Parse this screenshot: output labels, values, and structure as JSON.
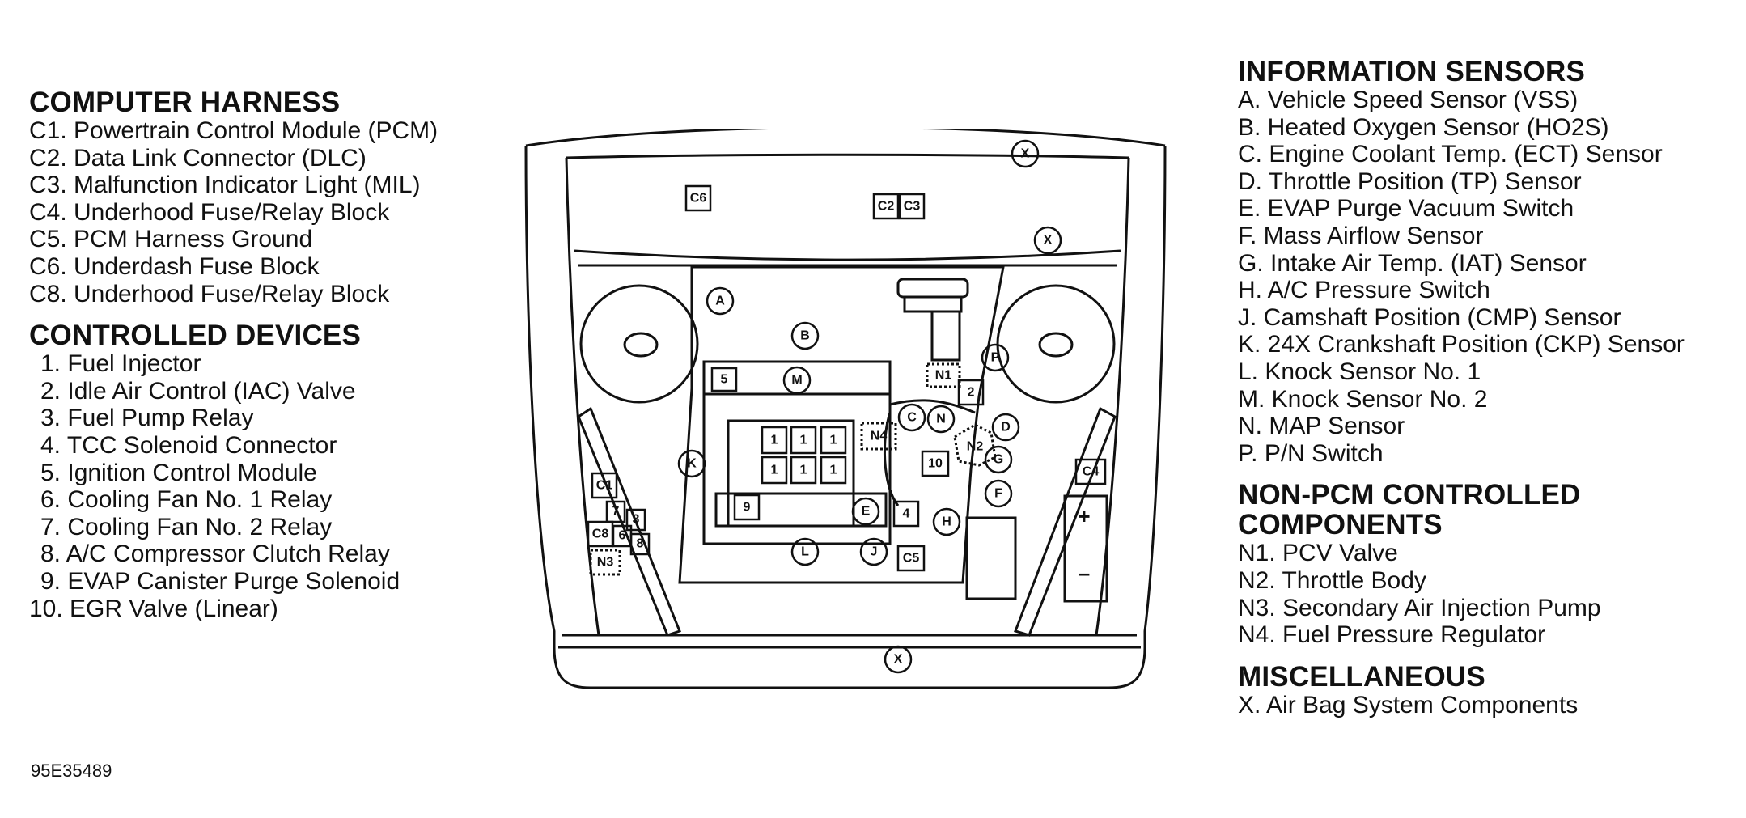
{
  "computer_harness": {
    "title": "COMPUTER HARNESS",
    "items": [
      "C1. Powertrain Control Module (PCM)",
      "C2. Data Link Connector (DLC)",
      "C3. Malfunction Indicator Light (MIL)",
      "C4. Underhood Fuse/Relay Block",
      "C5. PCM Harness Ground",
      "C6. Underdash Fuse Block",
      "C8. Underhood Fuse/Relay Block"
    ]
  },
  "controlled_devices": {
    "title": "CONTROLLED DEVICES",
    "items": [
      "1. Fuel Injector",
      "2. Idle Air Control (IAC) Valve",
      "3. Fuel Pump Relay",
      "4. TCC Solenoid Connector",
      "5. Ignition Control Module",
      "6. Cooling Fan No. 1 Relay",
      "7. Cooling Fan No. 2 Relay",
      "8. A/C Compressor Clutch Relay",
      "9. EVAP Canister Purge Solenoid",
      "10. EGR Valve (Linear)"
    ]
  },
  "information_sensors": {
    "title": "INFORMATION SENSORS",
    "items": [
      "A. Vehicle Speed Sensor (VSS)",
      "B. Heated Oxygen Sensor (HO2S)",
      "C. Engine Coolant Temp. (ECT) Sensor",
      "D. Throttle Position (TP) Sensor",
      "E. EVAP Purge Vacuum Switch",
      "F. Mass Airflow Sensor",
      "G. Intake Air Temp. (IAT) Sensor",
      "H. A/C Pressure Switch",
      "J. Camshaft Position (CMP) Sensor",
      "K. 24X Crankshaft Position (CKP) Sensor",
      "L. Knock Sensor No. 1",
      "M. Knock Sensor No. 2",
      "N. MAP Sensor",
      "P. P/N Switch"
    ]
  },
  "non_pcm": {
    "title_line1": "NON-PCM CONTROLLED",
    "title_line2": "COMPONENTS",
    "items": [
      "N1. PCV Valve",
      "N2. Throttle Body",
      "N3. Secondary Air Injection Pump",
      "N4. Fuel Pressure Regulator"
    ]
  },
  "miscellaneous": {
    "title": "MISCELLANEOUS",
    "items": [
      "X. Air Bag System Components"
    ]
  },
  "figure_code": "95E35489",
  "diagram_labels": {
    "C6": "C6",
    "C2": "C2",
    "C3": "C3",
    "C4": "C4",
    "C5": "C5",
    "C1": "C1",
    "C8": "C8",
    "X": "X",
    "A": "A",
    "B": "B",
    "M": "M",
    "K": "K",
    "C": "C",
    "N": "N",
    "D": "D",
    "G": "G",
    "F": "F",
    "E": "E",
    "J": "J",
    "L": "L",
    "H": "H",
    "P": "P",
    "N1": "N1",
    "N2": "N2",
    "N3": "N3",
    "N4": "N4",
    "one": "1",
    "two": "2",
    "three": "3",
    "four": "4",
    "five": "5",
    "six": "6",
    "seven": "7",
    "eight": "8",
    "nine": "9",
    "ten": "10",
    "plus": "+",
    "minus": "–"
  }
}
